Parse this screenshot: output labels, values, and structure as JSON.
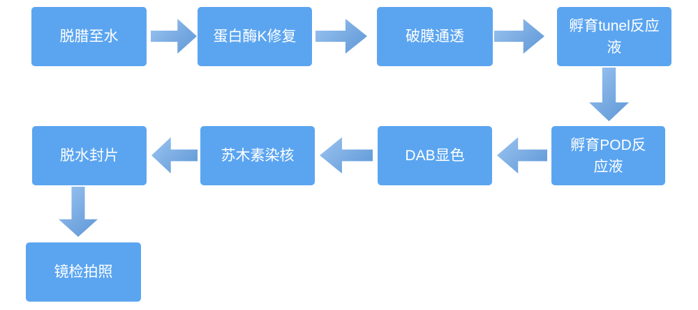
{
  "flow": {
    "type": "flowchart",
    "colors": {
      "node_fill": "#5BA5F0",
      "node_text": "#FFFFFF",
      "arrow_light": "#9AC4F2",
      "arrow_dark": "#5E97D7",
      "background": "#FFFFFF"
    },
    "nodes": [
      {
        "id": "step1",
        "label": "脱腊至水"
      },
      {
        "id": "step2",
        "label": "蛋白酶K修复"
      },
      {
        "id": "step3",
        "label": "破膜通透"
      },
      {
        "id": "step4",
        "label": "孵育tunel反应液"
      },
      {
        "id": "step5",
        "label": "孵育POD反应液"
      },
      {
        "id": "step6",
        "label": "DAB显色"
      },
      {
        "id": "step7",
        "label": "苏木素染核"
      },
      {
        "id": "step8",
        "label": "脱水封片"
      },
      {
        "id": "step9",
        "label": "镜检拍照"
      }
    ],
    "edges": [
      {
        "from": "step1",
        "to": "step2",
        "direction": "right"
      },
      {
        "from": "step2",
        "to": "step3",
        "direction": "right"
      },
      {
        "from": "step3",
        "to": "step4",
        "direction": "right"
      },
      {
        "from": "step4",
        "to": "step5",
        "direction": "down"
      },
      {
        "from": "step5",
        "to": "step6",
        "direction": "left"
      },
      {
        "from": "step6",
        "to": "step7",
        "direction": "left"
      },
      {
        "from": "step7",
        "to": "step8",
        "direction": "left"
      },
      {
        "from": "step8",
        "to": "step9",
        "direction": "down"
      }
    ]
  }
}
